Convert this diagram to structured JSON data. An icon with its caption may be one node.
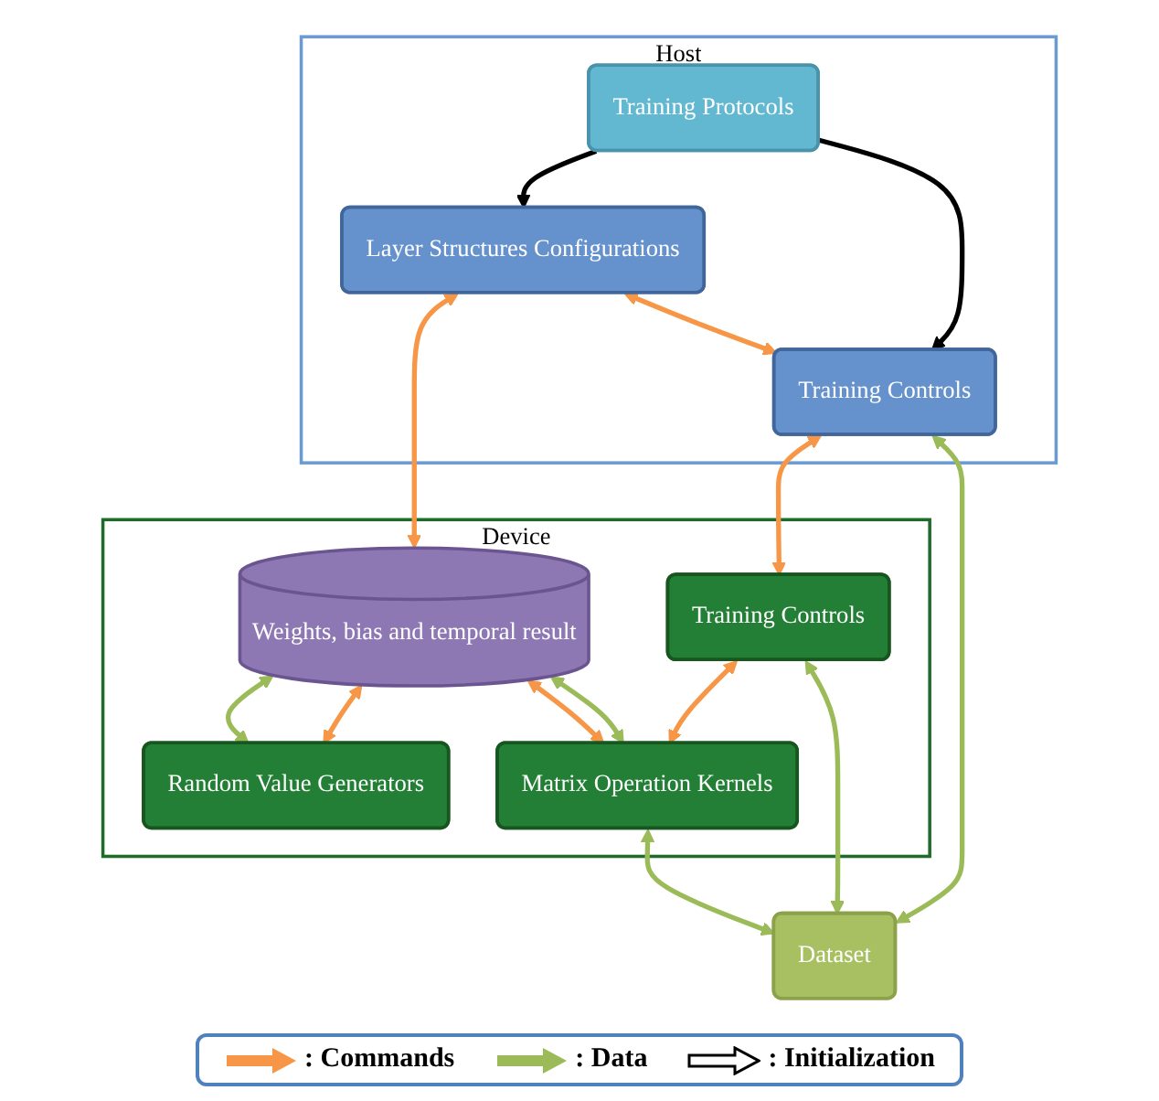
{
  "diagram": {
    "nodes": [
      {
        "text": [
          "Host"
        ]
      },
      {
        "text": [
          "Training Protocols"
        ],
        "in": 0
      },
      {
        "text": [
          "Training Controls"
        ],
        "in": 0
      },
      {
        "text": [
          "Layer Structures Configurations"
        ],
        "in": 0
      },
      {
        "text": [
          "Device"
        ]
      },
      {
        "text": [
          "Weights, bias and temporal result"
        ],
        "in": 4
      },
      {
        "text": [
          "Training Controls"
        ],
        "in": 4
      },
      {
        "text": [
          "Random Value Generators"
        ],
        "in": 4
      },
      {
        "text": [
          "Matrix Operation Kernels"
        ],
        "in": 4
      },
      {
        "text": [
          "Dataset"
        ]
      }
    ],
    "edges": [
      {
        "from": 1,
        "to": 2,
        "arrow": "to",
        "color": "#000000"
      },
      {
        "from": 1,
        "to": 3,
        "arrow": "to",
        "color": "#000000"
      },
      {
        "from": 3,
        "to": 2,
        "arrow": "both",
        "color": "#f79646"
      },
      {
        "from": 2,
        "to": 9,
        "arrow": "both",
        "color": "#9bbb59"
      },
      {
        "from": 3,
        "to": 5,
        "arrow": "both",
        "color": "#f79646"
      },
      {
        "from": 2,
        "to": 6,
        "arrow": "both",
        "color": "#f79646"
      },
      {
        "from": 6,
        "to": 9,
        "arrow": "both",
        "color": "#9bbb59"
      },
      {
        "from": 6,
        "to": 8,
        "arrow": "both",
        "color": "#f79646"
      },
      {
        "from": 8,
        "to": 9,
        "arrow": "both",
        "color": "#9bbb59"
      },
      {
        "from": 5,
        "to": 7,
        "arrow": "both",
        "color": "#f79646"
      },
      {
        "from": 5,
        "to": 7,
        "arrow": "both",
        "color": "#9bbb59"
      },
      {
        "from": 5,
        "to": 8,
        "arrow": "both",
        "color": "#9bbb59"
      },
      {
        "from": 5,
        "to": 8,
        "arrow": "both",
        "color": "#f79646"
      }
    ],
    "legend": [
      {
        "text": ": Commands",
        "color": "#f79646"
      },
      {
        "text": ": Data",
        "color": "#9bbb59"
      },
      {
        "text": ": Initialization"
      }
    ]
  }
}
